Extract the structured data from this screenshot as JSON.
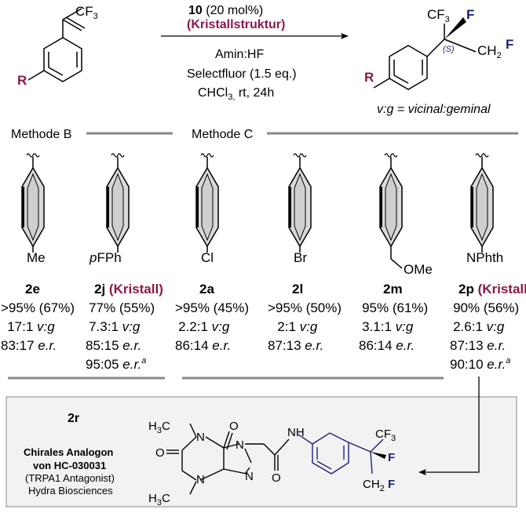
{
  "reaction": {
    "catalyst": "10",
    "catalyst_loading": " (20 mol%)",
    "crystal_note": "(Kristallstruktur)",
    "reagent1": "Amin:HF",
    "reagent2": "Selectfluor (1.5 eq.)",
    "solvent": "CHCl",
    "solvent_sub": "3,",
    "conditions": " rt, 24h",
    "ratio_legend": "v:g = vicinal:geminal"
  },
  "start_material": {
    "cf3": "CF",
    "cf3_sub": "3",
    "r": "R"
  },
  "product": {
    "cf3": "F",
    "cf3_sub": "3",
    "cf3_c": "C",
    "f1": "F",
    "ch2": "CH",
    "ch2_sub": "2",
    "f2": "F",
    "config": "(S)",
    "r": "R"
  },
  "methods": {
    "b": "Methode B",
    "c": "Methode C"
  },
  "compounds": [
    {
      "id": "2e",
      "sub": "Me",
      "tag": "",
      "lines": [
        ">95% (67%)",
        "17:1 v:g",
        "83:17 e.r."
      ]
    },
    {
      "id": "2j",
      "sub": "pFPh",
      "tag": " (Kristall)",
      "lines": [
        "77% (55%)",
        "7.3:1 v:g",
        "85:15 e.r.",
        "95:05 e.r."
      ]
    },
    {
      "id": "2a",
      "sub": "Cl",
      "tag": "",
      "lines": [
        ">95% (45%)",
        "2.2:1 v:g",
        "86:14 e.r."
      ]
    },
    {
      "id": "2l",
      "sub": "Br",
      "tag": "",
      "lines": [
        ">95% (50%)",
        "2:1 v:g",
        "87:13 e.r."
      ]
    },
    {
      "id": "2m",
      "sub": "OMe",
      "tag": "",
      "lines": [
        "95% (61%)",
        "3.1:1 v:g",
        "86:14 e.r."
      ]
    },
    {
      "id": "2p",
      "sub": "NPhth",
      "tag": " (Kristall)",
      "lines": [
        "90% (56%)",
        "2.6:1 v:g",
        "87:13 e.r.",
        "90:10 e.r."
      ]
    }
  ],
  "footnote_mark": "a",
  "box": {
    "id": "2r",
    "title1": "Chirales Analogon",
    "title2": "von HC-030031",
    "sub1": "(TRPA1 Antagonist)",
    "sub2": "Hydra Biosciences",
    "atoms": {
      "h3c_top": "H",
      "h3c_bot": "H",
      "c": "C",
      "three": "3",
      "n1": "N",
      "n2": "N",
      "n3": "N",
      "n4": "N",
      "nh": "N",
      "h": "H",
      "o1": "O",
      "o2": "O",
      "o3": "O",
      "cf3": "CF",
      "cf3_sub": "3",
      "f1": "F",
      "ch2": "CH",
      "ch2_sub": "2",
      "f2": "F"
    }
  },
  "colors": {
    "maroon": "#8a1a4a",
    "navy": "#1f1f7a",
    "box_bg": "#f2f2f2",
    "line_gray": "#888888"
  }
}
